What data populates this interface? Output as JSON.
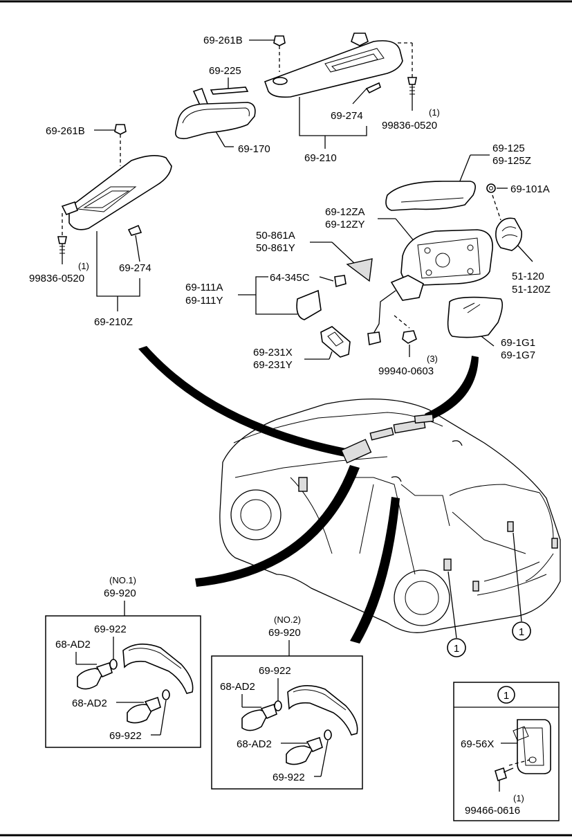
{
  "labels": {
    "p69_261B_top": "69-261B",
    "p69_225": "69-225",
    "p69_274_top": "69-274",
    "p99836_top_qty": "(1)",
    "p99836_top": "99836-0520",
    "p69_261B_left": "69-261B",
    "p69_170": "69-170",
    "p69_210": "69-210",
    "p69_125": "69-125",
    "p69_125Z": "69-125Z",
    "p69_101A": "69-101A",
    "p69_12ZA": "69-12ZA",
    "p69_12ZY": "69-12ZY",
    "p50_861A": "50-861A",
    "p50_861Y": "50-861Y",
    "p99836_left_qty": "(1)",
    "p99836_left": "99836-0520",
    "p69_274_left": "69-274",
    "p51_120": "51-120",
    "p51_120Z": "51-120Z",
    "p69_111A": "69-111A",
    "p69_111Y": "69-111Y",
    "p64_345C": "64-345C",
    "p69_210Z": "69-210Z",
    "p69_231X": "69-231X",
    "p69_231Y": "69-231Y",
    "p99940_qty": "(3)",
    "p99940": "99940-0603",
    "p69_1G1": "69-1G1",
    "p69_1G7": "69-1G7",
    "no1": "(NO.1)",
    "no1_part": "69-920",
    "no1_922a": "69-922",
    "no1_ad2a": "68-AD2",
    "no1_ad2b": "68-AD2",
    "no1_922b": "69-922",
    "no2": "(NO.2)",
    "no2_part": "69-920",
    "no2_922a": "69-922",
    "no2_ad2a": "68-AD2",
    "no2_ad2b": "68-AD2",
    "no2_922b": "69-922",
    "callout_1a": "1",
    "callout_1b": "1",
    "box1_header": "1",
    "p69_56X": "69-56X",
    "p99466_qty": "(1)",
    "p99466": "99466-0616"
  }
}
